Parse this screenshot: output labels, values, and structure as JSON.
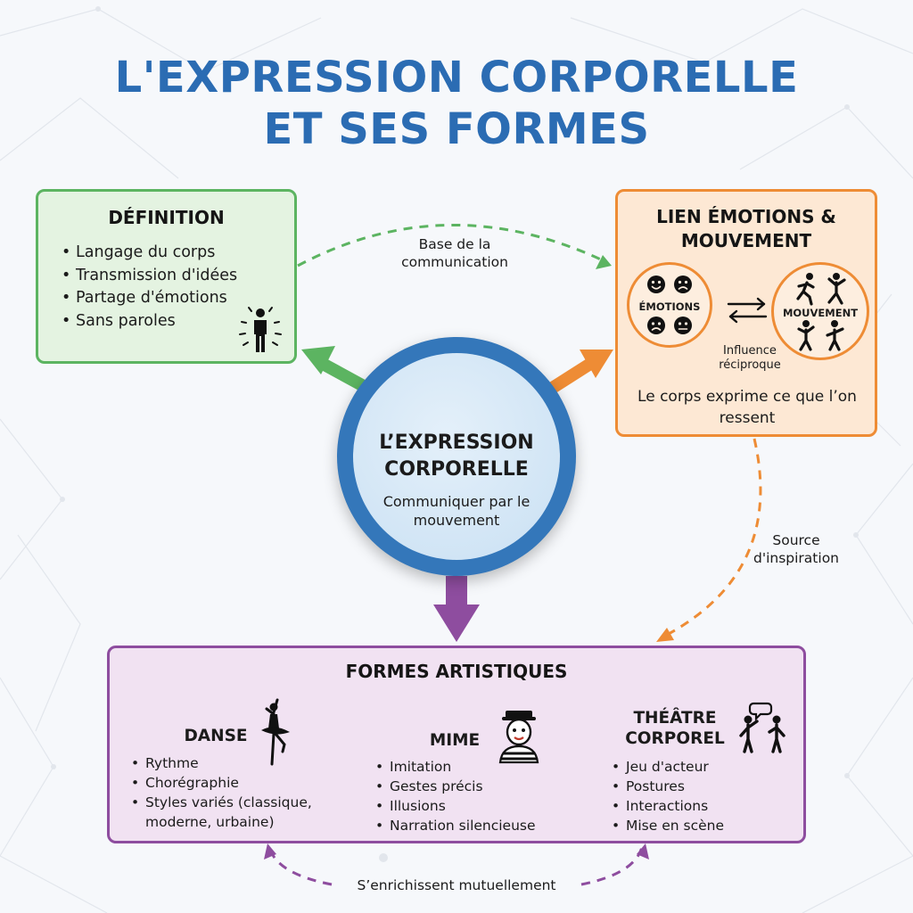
{
  "title": {
    "line1": "L'EXPRESSION CORPORELLE",
    "line2": "ET SES FORMES"
  },
  "center": {
    "title": "L’EXPRESSION CORPORELLE",
    "subtitle": "Communiquer par le mouvement"
  },
  "definition": {
    "title": "DÉFINITION",
    "items": [
      "Langage du corps",
      "Transmission d'idées",
      "Partage d'émotions",
      "Sans paroles"
    ],
    "icon": "person-radiating-icon"
  },
  "emotions_link": {
    "title": "LIEN ÉMOTIONS & MOUVEMENT",
    "emotions_label": "ÉMOTIONS",
    "movement_label": "MOUVEMENT",
    "influence": "Influence réciproque",
    "caption": "Le corps exprime ce que l’on ressent"
  },
  "connectors": {
    "base": "Base de la communication",
    "source": "Source d'inspiration",
    "enrich": "S’enrichissent mutuellement"
  },
  "forms": {
    "title": "FORMES ARTISTIQUES",
    "danse": {
      "name": "DANSE",
      "items": [
        "Rythme",
        "Chorégraphie",
        "Styles variés (classique, moderne, urbaine)"
      ],
      "icon": "dancer-icon"
    },
    "mime": {
      "name": "MIME",
      "items": [
        "Imitation",
        "Gestes précis",
        "Illusions",
        "Narration silencieuse"
      ],
      "icon": "mime-face-icon"
    },
    "theatre": {
      "name": "THÉÂTRE CORPOREL",
      "items": [
        "Jeu d'acteur",
        "Postures",
        "Interactions",
        "Mise en scène"
      ],
      "icon": "actors-dialogue-icon"
    }
  },
  "colors": {
    "title_blue": "#2b6cb3",
    "green": "#5cb461",
    "orange": "#ee8c35",
    "purple": "#8e4d9f",
    "center_blue": "#3477ba"
  }
}
